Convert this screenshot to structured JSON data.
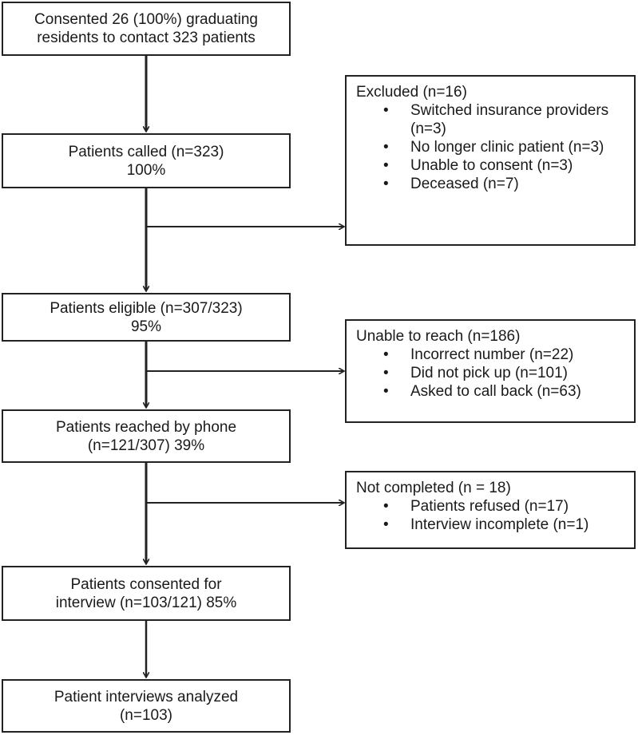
{
  "main_boxes": [
    {
      "id": "consented",
      "lines": [
        "Consented 26 (100%) graduating",
        "residents to contact 323 patients"
      ]
    },
    {
      "id": "called",
      "lines": [
        "Patients called (n=323)",
        "100%"
      ]
    },
    {
      "id": "eligible",
      "lines": [
        "Patients eligible (n=307/323)",
        "95%"
      ]
    },
    {
      "id": "reached",
      "lines": [
        "Patients reached by phone",
        "(n=121/307) 39%"
      ]
    },
    {
      "id": "consented-interview",
      "lines": [
        "Patients consented for",
        "interview (n=103/121) 85%"
      ]
    },
    {
      "id": "analyzed",
      "lines": [
        "Patient interviews analyzed",
        "(n=103)"
      ]
    }
  ],
  "side_boxes": [
    {
      "id": "excluded",
      "title": "Excluded (n=16)",
      "items": [
        "Switched insurance providers (n=3)",
        "No longer clinic patient (n=3)",
        "Unable to consent (n=3)",
        "Deceased (n=7)"
      ]
    },
    {
      "id": "unable",
      "title": "Unable to reach (n=186)",
      "items": [
        "Incorrect number (n=22)",
        "Did not pick up (n=101)",
        "Asked to call back (n=63)"
      ]
    },
    {
      "id": "not-completed",
      "title": "Not completed (n = 18)",
      "items": [
        "Patients refused (n=17)",
        "Interview incomplete (n=1)"
      ]
    }
  ]
}
